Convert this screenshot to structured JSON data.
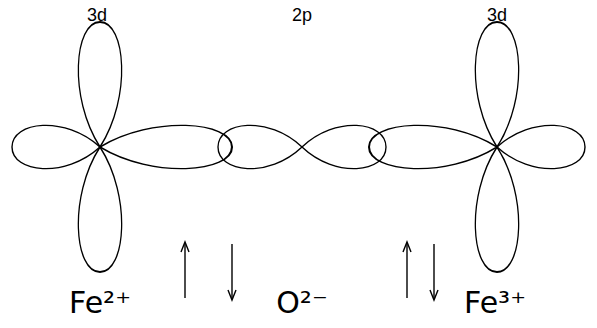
{
  "diagram": {
    "labels": [
      "3d",
      "2p",
      "3d",
      "Fe²⁺",
      "O²⁻",
      "Fe³⁺"
    ]
  }
}
